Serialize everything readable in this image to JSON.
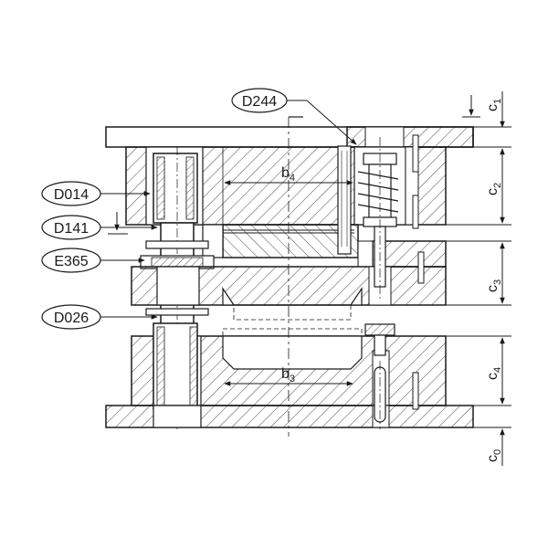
{
  "callouts": {
    "d244": "D244",
    "d014": "D014",
    "d141": "D141",
    "e365": "E365",
    "d026": "D026"
  },
  "dimensions": {
    "b4": {
      "base": "b",
      "sub": "4"
    },
    "b3": {
      "base": "b",
      "sub": "3"
    },
    "c1": {
      "base": "c",
      "sub": "1"
    },
    "c2": {
      "base": "c",
      "sub": "2"
    },
    "c3": {
      "base": "c",
      "sub": "3"
    },
    "c4": {
      "base": "c",
      "sub": "4"
    },
    "c0": {
      "base": "c",
      "sub": "0"
    }
  },
  "colors": {
    "line": "#1a1a1a",
    "hatch": "#1a1a1a",
    "fill": "#ffffff"
  }
}
